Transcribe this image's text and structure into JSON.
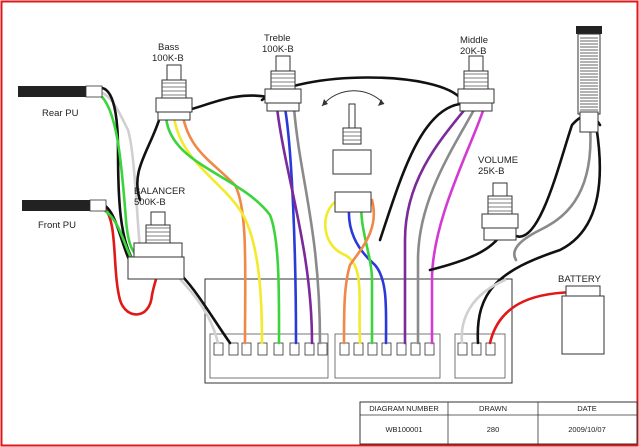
{
  "components": {
    "rear_pu": "Rear PU",
    "front_pu": "Front PU",
    "bass_name": "Bass",
    "bass_value": "100K-B",
    "treble_name": "Treble",
    "treble_value": "100K-B",
    "middle_name": "Middle",
    "middle_value": "20K-B",
    "balancer_name": "BALANCER",
    "balancer_value": "500K-B",
    "volume_name": "VOLUME",
    "volume_value": "25K-B",
    "battery": "BATTERY"
  },
  "title_block": {
    "diagram_number_label": "DIAGRAM NUMBER",
    "drawn_label": "DRAWN",
    "date_label": "DATE",
    "diagram_number": "WB100001",
    "drawn": "280",
    "date": "2009/10/07"
  },
  "colors": {
    "border": "#e01818",
    "black": "#111111",
    "green": "#3cd43c",
    "yellow": "#f2ea2a",
    "orange": "#f08848",
    "blue": "#2a3ad8",
    "purple": "#7a2a9a",
    "gray": "#8a8a8a",
    "magenta": "#d23ad2",
    "red": "#e01818",
    "white": "#d8d8d8"
  }
}
